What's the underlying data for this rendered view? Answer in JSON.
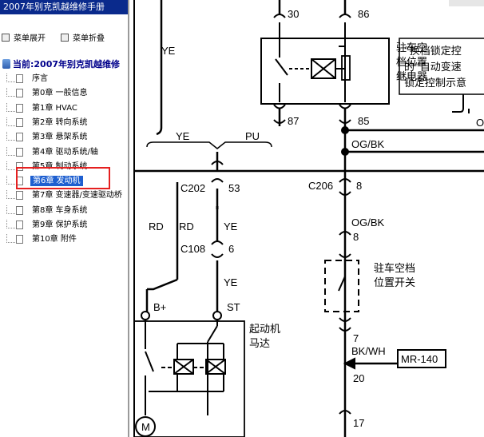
{
  "sidebar": {
    "title": "2007年别克凯越维修手册",
    "expand_label": "菜单展开",
    "collapse_label": "菜单折叠",
    "current_label": "当前:2007年别克凯越维修",
    "items": [
      {
        "label": "序言"
      },
      {
        "label": "第0章 一般信息"
      },
      {
        "label": "第1章 HVAC"
      },
      {
        "label": "第2章 转向系统"
      },
      {
        "label": "第3章 悬架系统"
      },
      {
        "label": "第4章 驱动系统/轴"
      },
      {
        "label": "第5章 制动系统"
      },
      {
        "label": "第6章 发动机"
      },
      {
        "label": "第7章 变速器/变速驱动桥"
      },
      {
        "label": "第8章 车身系统"
      },
      {
        "label": "第9章 保护系统"
      },
      {
        "label": "第10章 附件"
      }
    ],
    "selected_index": 7
  },
  "diagram": {
    "labels": {
      "pin30": "30",
      "pin86": "86",
      "pin87": "87",
      "pin85": "85",
      "ye_top": "YE",
      "ye_mid": "YE",
      "pu": "PU",
      "relay_l1": "驻车空",
      "relay_l2": "档位置",
      "relay_l3": "继电器",
      "note_l1": "“换档锁定控",
      "note_l2": "的“自动变速",
      "note_l3": "锁定控制示意",
      "o_label": "O",
      "og_bk_1": "OG/BK",
      "c202": "C202",
      "pin53": "53",
      "c206": "C206",
      "pin8a": "8",
      "rd1": "RD",
      "rd2": "RD",
      "ye_c": "YE",
      "og_bk_2": "OG/BK",
      "pin8b": "8",
      "c108": "C108",
      "pin6": "6",
      "ye_d": "YE",
      "switch_l1": "驻车空档",
      "switch_l2": "位置开关",
      "b_plus": "B+",
      "st": "ST",
      "starter_l1": "起动机",
      "starter_l2": "马达",
      "pin7": "7",
      "bk_wh": "BK/WH",
      "mr140": "MR-140",
      "pin20": "20",
      "motor": "M",
      "pin17": "17"
    }
  }
}
